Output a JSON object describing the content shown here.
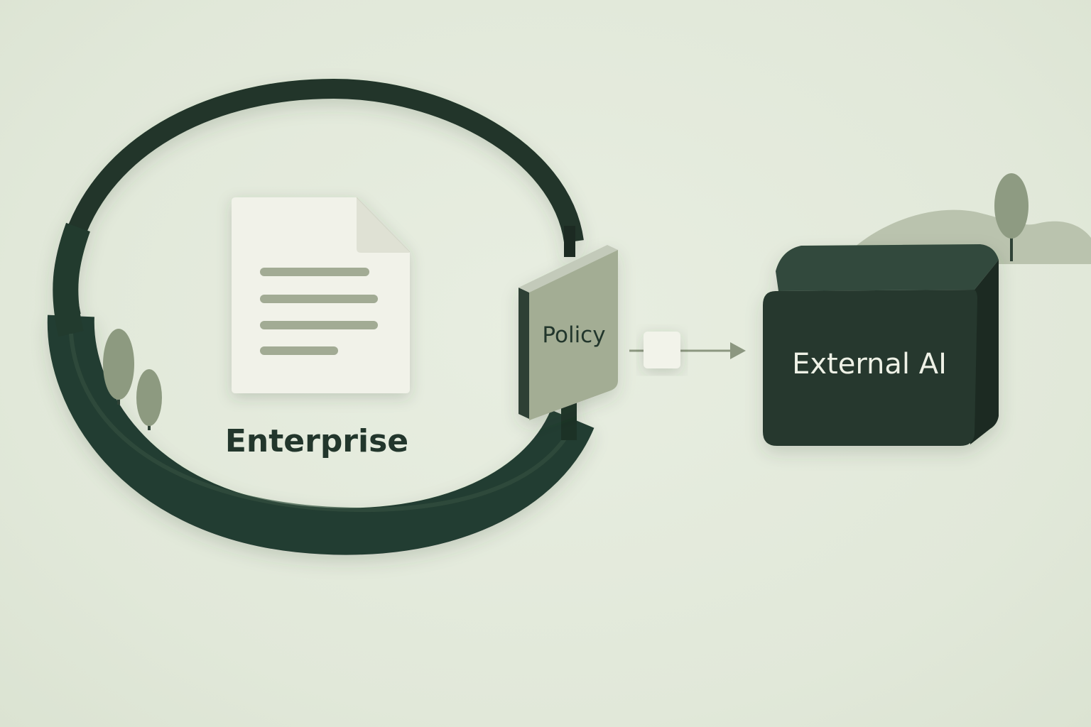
{
  "diagram": {
    "enterprise_label": "Enterprise",
    "policy_label": "Policy",
    "external_ai_label": "External AI"
  },
  "colors": {
    "background": "#e3eadb",
    "ring": "#233b30",
    "ring_inner": "#2d4a3c",
    "policy_panel": "#a3ad94",
    "policy_side": "#33463a",
    "document": "#f1f2e9",
    "document_lines": "#a2ab94",
    "packet": "#f2f3ea",
    "arrow": "#8c9780",
    "external_box": "#26382e",
    "external_text": "#eef1e6",
    "text_dark": "#22362c",
    "tree": "#8d9a80",
    "hill": "#aab39d"
  },
  "icons": {
    "document": "document-icon",
    "tree": "tree-icon",
    "packet": "data-packet-icon",
    "arrow": "arrow-right-icon"
  }
}
